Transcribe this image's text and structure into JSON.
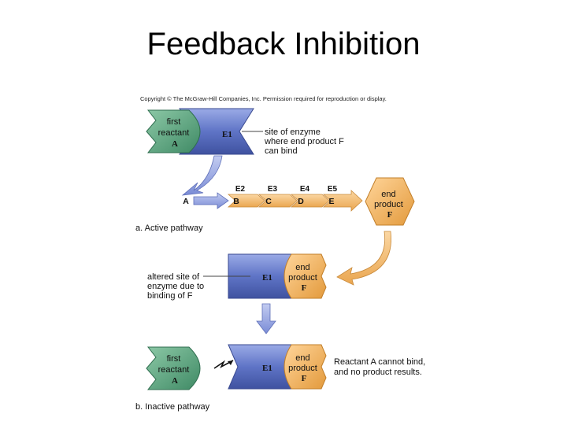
{
  "slide": {
    "title": "Feedback Inhibition"
  },
  "figure": {
    "copyright": "Copyright © The McGraw-Hill Companies, Inc. Permission required for reproduction or display.",
    "active": {
      "reactant_lines": [
        "first",
        "reactant",
        "A"
      ],
      "enzyme": "E1",
      "site_note_lines": [
        "site of enzyme",
        "where end product F",
        "can bind"
      ],
      "pathway_letters": [
        "A",
        "B",
        "C",
        "D",
        "E"
      ],
      "pathway_enzymes": [
        "E2",
        "E3",
        "E4",
        "E5"
      ],
      "end_product_lines": [
        "end",
        "product",
        "F"
      ],
      "caption": "a. Active pathway"
    },
    "inactive": {
      "altered_note_lines": [
        "altered site of",
        "enzyme due to",
        "binding of F"
      ],
      "enzyme_top": "E1",
      "product_top_lines": [
        "end",
        "product",
        "F"
      ],
      "reactant_lines": [
        "first",
        "reactant",
        "A"
      ],
      "enzyme_bottom": "E1",
      "product_bottom_lines": [
        "end",
        "product",
        "F"
      ],
      "result_note_lines": [
        "Reactant A cannot bind,",
        "and no product results."
      ],
      "caption": "b. Inactive pathway"
    },
    "colors": {
      "reactant_green": "#5fa27f",
      "enzyme_blue": "#6b7fcb",
      "product_orange": "#f2b15e",
      "arrow_orange": "#f7c481",
      "arrow_blue": "#8a9bdc"
    }
  }
}
